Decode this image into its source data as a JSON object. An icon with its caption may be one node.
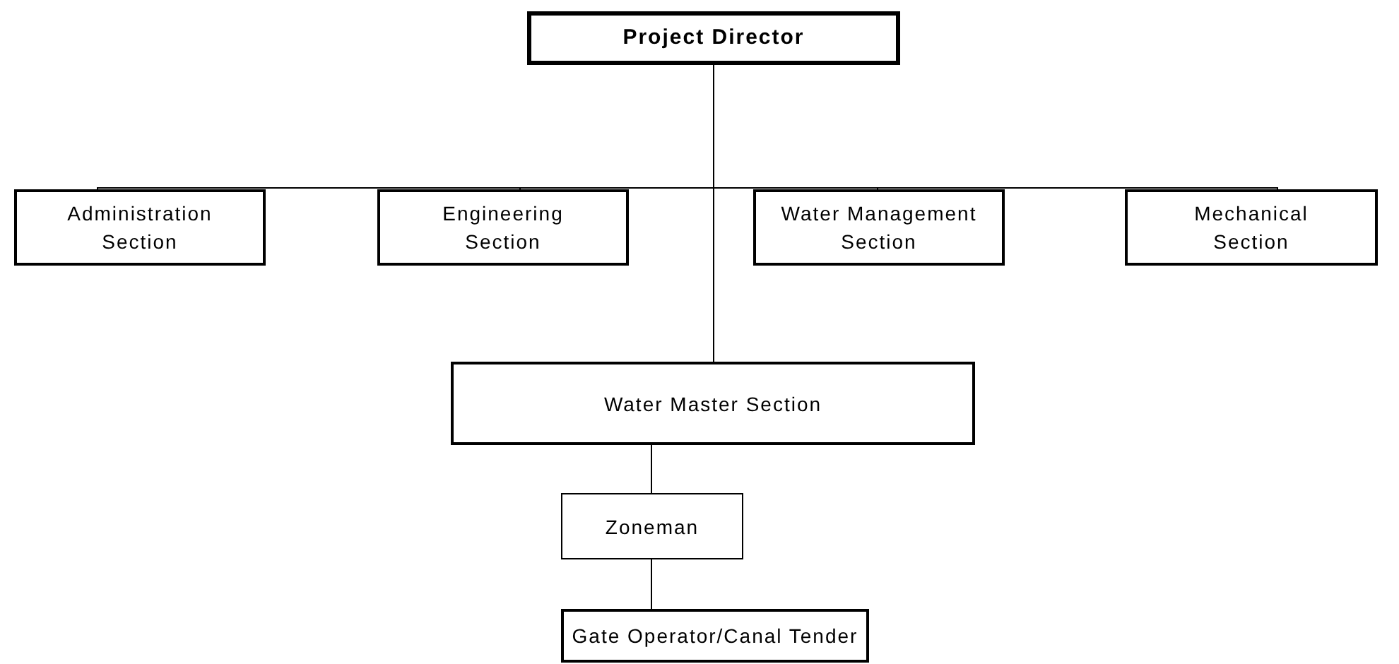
{
  "diagram": {
    "nodes": [
      {
        "text": [
          "Project Director"
        ]
      },
      {
        "text": [
          "Administration Section"
        ]
      },
      {
        "text": [
          "Engineering Section"
        ]
      },
      {
        "text": [
          "Water Management Section"
        ]
      },
      {
        "text": [
          "Mechanical Section"
        ]
      },
      {
        "text": [
          "Water Master Section"
        ]
      },
      {
        "text": [
          "Zoneman"
        ]
      },
      {
        "text": [
          "Gate Operator/Canal Tender"
        ]
      }
    ],
    "edges": [
      {
        "from": 0,
        "to": 1,
        "arrow": "none"
      },
      {
        "from": 0,
        "to": 2,
        "arrow": "none"
      },
      {
        "from": 0,
        "to": 3,
        "arrow": "none"
      },
      {
        "from": 0,
        "to": 4,
        "arrow": "none"
      },
      {
        "from": 0,
        "to": 5,
        "arrow": "none"
      },
      {
        "from": 5,
        "to": 6,
        "arrow": "none"
      },
      {
        "from": 6,
        "to": 7,
        "arrow": "none"
      }
    ]
  }
}
